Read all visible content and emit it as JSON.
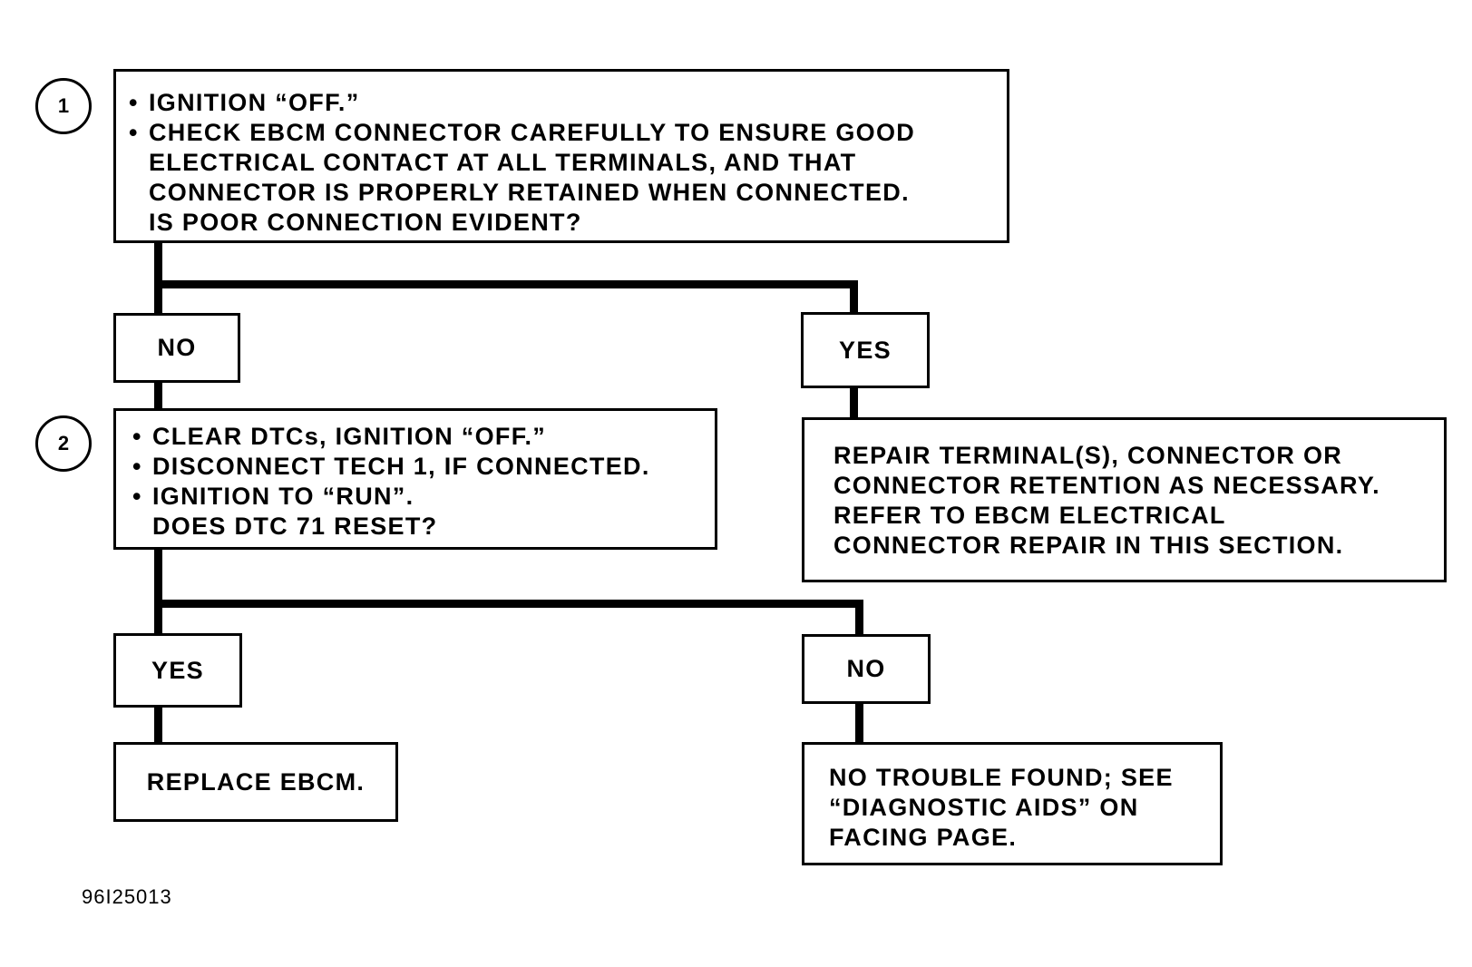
{
  "step1": {
    "number": "1",
    "bullets": [
      "IGNITION “OFF.”",
      "CHECK EBCM CONNECTOR CAREFULLY TO ENSURE GOOD"
    ],
    "continuation": [
      "ELECTRICAL CONTACT AT ALL TERMINALS, AND THAT",
      "CONNECTOR IS PROPERLY RETAINED WHEN CONNECTED.",
      "IS POOR CONNECTION EVIDENT?"
    ],
    "no_label": "NO",
    "yes_label": "YES",
    "yes_result": [
      "REPAIR TERMINAL(S), CONNECTOR OR",
      "CONNECTOR RETENTION AS NECESSARY.",
      "REFER TO EBCM ELECTRICAL",
      "CONNECTOR REPAIR IN THIS SECTION."
    ]
  },
  "step2": {
    "number": "2",
    "bullets": [
      "CLEAR DTCs, IGNITION “OFF.”",
      "DISCONNECT TECH 1, IF CONNECTED.",
      "IGNITION TO “RUN”."
    ],
    "continuation": [
      "DOES DTC 71 RESET?"
    ],
    "yes_label": "YES",
    "no_label": "NO",
    "yes_result": [
      "REPLACE EBCM."
    ],
    "no_result": [
      "NO TROUBLE FOUND; SEE",
      "“DIAGNOSTIC AIDS” ON",
      "FACING PAGE."
    ]
  },
  "figure_id": "96I25013"
}
